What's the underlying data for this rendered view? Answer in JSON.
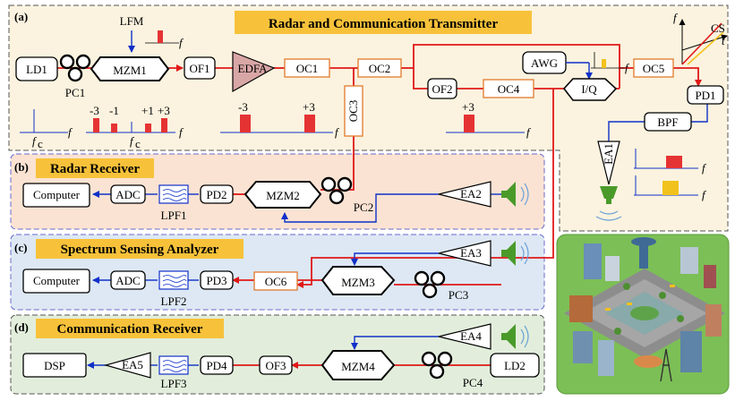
{
  "panels": {
    "a": {
      "tag": "(a)",
      "title": "Radar and Communication Transmitter"
    },
    "b": {
      "tag": "(b)",
      "title": "Radar Receiver"
    },
    "c": {
      "tag": "(c)",
      "title": "Spectrum Sensing Analyzer"
    },
    "d": {
      "tag": "(d)",
      "title": "Communication Receiver"
    }
  },
  "transmitter": {
    "ld1": "LD1",
    "pc1": "PC1",
    "lfm": "LFM",
    "mzm1": "MZM1",
    "of1": "OF1",
    "edfa": "EDFA",
    "oc1": "OC1",
    "oc2": "OC2",
    "oc3": "OC3",
    "of2": "OF2",
    "oc4": "OC4",
    "awg": "AWG",
    "iq": "I/Q",
    "oc5": "OC5",
    "pd1": "PD1",
    "bpf": "BPF",
    "ea1": "EA1",
    "cs": "CS",
    "axis_f": "f",
    "axis_t": "t",
    "fc": "f",
    "fc_sub": "c",
    "order_m3": "-3",
    "order_m1": "-1",
    "order_p1": "+1",
    "order_p3": "+3"
  },
  "radar_receiver": {
    "computer": "Computer",
    "adc": "ADC",
    "lpf": "LPF1",
    "pd": "PD2",
    "mzm": "MZM2",
    "pc": "PC2",
    "ea": "EA2"
  },
  "spectrum_analyzer": {
    "computer": "Computer",
    "adc": "ADC",
    "lpf": "LPF2",
    "pd": "PD3",
    "oc": "OC6",
    "mzm": "MZM3",
    "pc": "PC3",
    "ea": "EA3"
  },
  "comm_receiver": {
    "dsp": "DSP",
    "ea5": "EA5",
    "lpf": "LPF3",
    "pd": "PD4",
    "of": "OF3",
    "mzm": "MZM4",
    "pc": "PC4",
    "ld": "LD2",
    "ea4": "EA4"
  },
  "colors": {
    "panel_a": "#fbf3df",
    "panel_b": "#fbe3d3",
    "panel_c": "#dde8f4",
    "panel_d": "#e2eedb",
    "title_bg": "#f7c23a",
    "optical": "#e01818",
    "electrical": "#1030c8",
    "coupler": "#e07a2c",
    "spectrum_red": "#e53333",
    "spectrum_yellow": "#f2c21c",
    "antenna": "#4a9a2a"
  },
  "icons": [
    "polarization-controller-icon",
    "antenna-icon",
    "city-scene-icon",
    "lpf-filter-icon"
  ]
}
